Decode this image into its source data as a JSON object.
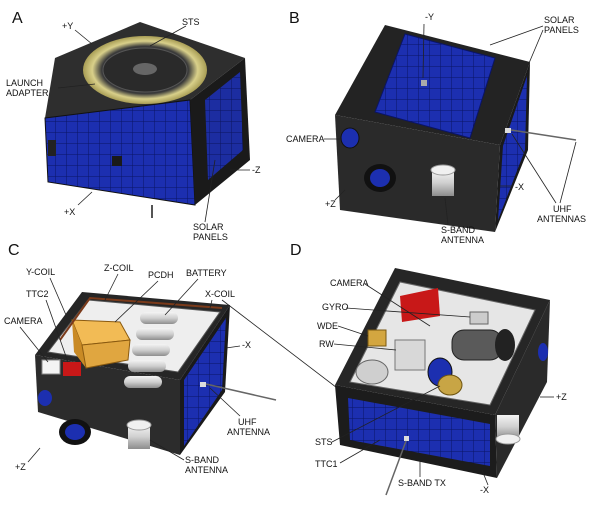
{
  "panels": {
    "a": {
      "letter": "A",
      "labels": {
        "plus_y": "+Y",
        "sts": "STS",
        "launch": "LAUNCH",
        "adapter": "ADAPTER",
        "minus_z": "-Z",
        "plus_x": "+X",
        "solar": "SOLAR",
        "panels": "PANELS"
      }
    },
    "b": {
      "letter": "B",
      "labels": {
        "minus_y": "-Y",
        "solar": "SOLAR",
        "panels": "PANELS",
        "camera": "CAMERA",
        "plus_z": "+Z",
        "minus_x": "-X",
        "uhf": "UHF",
        "antennas": "ANTENNAS",
        "s_band": "S-BAND",
        "antenna": "ANTENNA"
      }
    },
    "c": {
      "letter": "C",
      "labels": {
        "y_coil": "Y-COIL",
        "z_coil": "Z-COIL",
        "pcdh": "PCDH",
        "battery": "BATTERY",
        "ttc2": "TTC2",
        "x_coil": "X-COIL",
        "camera": "CAMERA",
        "minus_x": "-X",
        "uhf": "UHF",
        "antenna": "ANTENNA",
        "plus_z": "+Z",
        "s_band": "S-BAND",
        "antenna2": "ANTENNA"
      }
    },
    "d": {
      "letter": "D",
      "labels": {
        "camera": "CAMERA",
        "gyro": "GYRO",
        "wde": "WDE",
        "rw": "RW",
        "plus_z": "+Z",
        "sts": "STS",
        "ttc1": "TTC1",
        "s_band_tx": "S-BAND TX",
        "minus_x": "-X"
      }
    }
  },
  "colors": {
    "body": "#2b2b2b",
    "body_dark": "#161616",
    "solar": "#1c2fb0",
    "solar_grid": "#0a1465",
    "ring": "#c9c07a",
    "battery": "#d8d8d8",
    "pcdh": "#e0a640",
    "red_part": "#c81818"
  }
}
